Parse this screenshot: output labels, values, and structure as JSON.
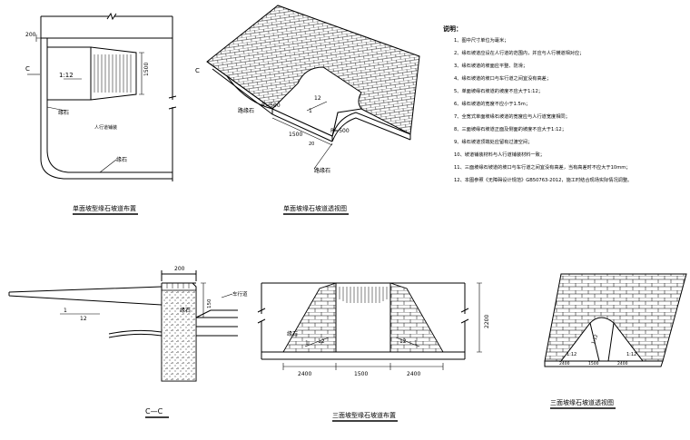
{
  "views": {
    "plan_single": {
      "title": "单面坡型缘石坡道布置",
      "dim_top": "200",
      "dim_width": "1500",
      "slope": "1:12",
      "section_mark": "C",
      "label_curb": "缘石",
      "label_sidewalk": "人行道铺装",
      "label_curb2": "缘石"
    },
    "persp_single": {
      "title": "单面坡缘石坡道透视图",
      "section_mark": "C",
      "label_curb_left": "路缘石",
      "label_curb_right": "路缘石",
      "r_left": "R=500",
      "r_right": "R=500",
      "width": "1500",
      "slope_num": "12",
      "slope_den": "1",
      "gap": "20"
    },
    "notes": {
      "heading": "说明：",
      "items": [
        "1、图中尺寸单位为毫米；",
        "2、缘石坡道应设在人行道的范围内，并应与人行横道相对应；",
        "3、缘石坡道的坡面应平整、防滑；",
        "4、缘石坡道的坡口与车行道之间宜没有高差；",
        "5、单面坡缘石坡道的坡度不应大于1:12；",
        "6、缘石坡道的宽度不应小于1.5m；",
        "7、全宽式单面坡缘石坡道的宽度应与人行道宽度相同；",
        "8、三面坡缘石坡道正面及侧面的坡度不应大于1:12；",
        "9、缘石坡道顶端处应留有过渡空间；",
        "10、坡道铺装材料与人行道铺装材料一致；",
        "11、三面坡缘石坡道的坡口与车行道之间宜没有高差，当有高差时不应大于10mm；",
        "12、本图参照《无障碍设计规范》GB50763-2012，施工时结合现场实际情况调整。"
      ]
    },
    "section_cc": {
      "title": "C—C",
      "dim_top": "200",
      "dim_side": "150",
      "slope_num": "12",
      "slope_den": "1",
      "label_curb": "缘石",
      "label_road": "车行道"
    },
    "plan_triple": {
      "title": "三面坡型缘石坡道布置",
      "dim_left": "2400",
      "dim_mid": "1500",
      "dim_right": "2400",
      "dim_height": "2200",
      "slope_left": "12",
      "slope_right": "12",
      "slope_den_left": "1",
      "slope_den_right": "1",
      "label_curb": "缘石"
    },
    "persp_triple": {
      "title": "三面坡缘石坡道透视图",
      "slope_left": "1:12",
      "slope_mid": "1:12",
      "slope_right": "1:12",
      "dim_left": "2400",
      "dim_mid": "1500",
      "dim_right": "2400"
    }
  }
}
